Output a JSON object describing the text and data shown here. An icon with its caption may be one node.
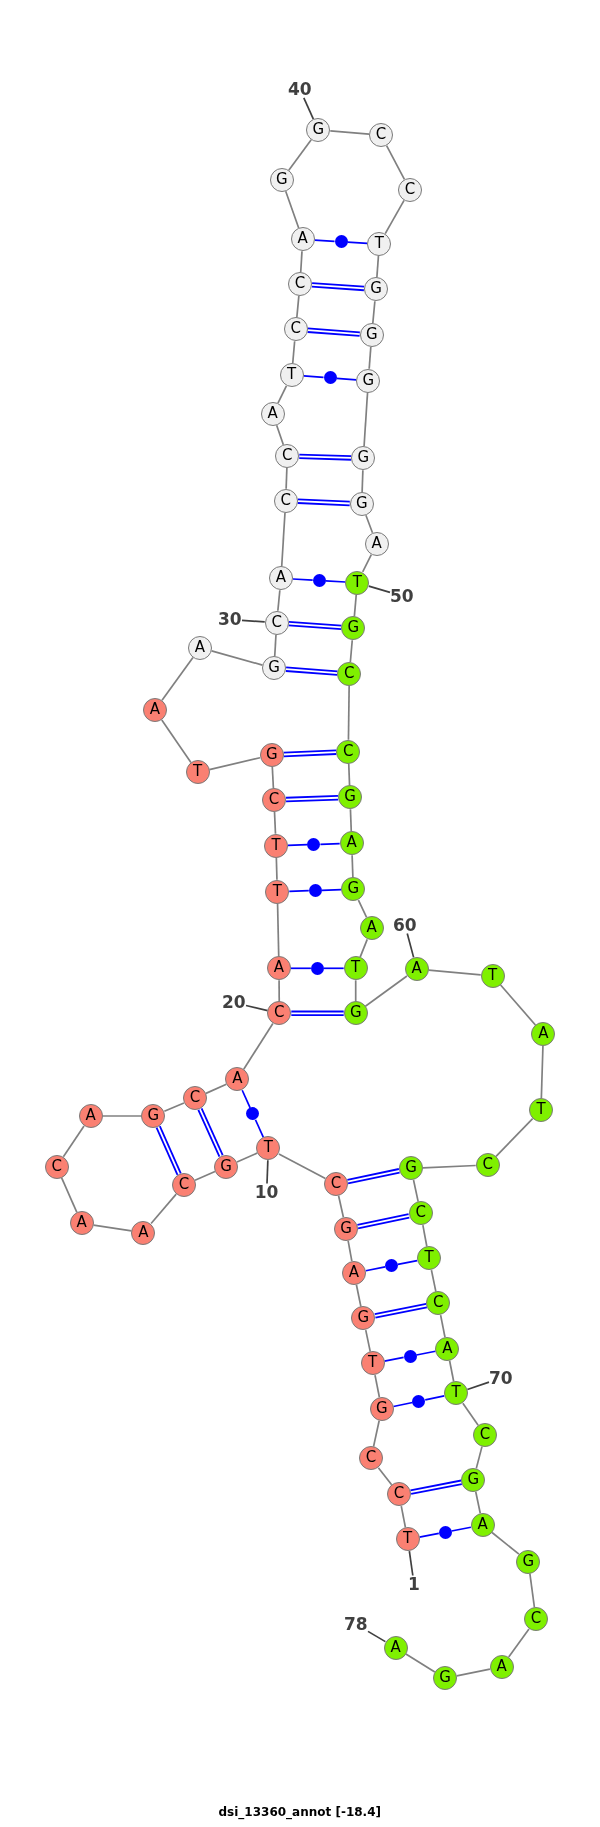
{
  "diagram": {
    "title": "dsi_13360_annot [-18.4]",
    "nodes": [
      {
        "text": [
          "T"
        ]
      },
      {
        "text": [
          "C"
        ]
      },
      {
        "text": [
          "C"
        ]
      },
      {
        "text": [
          "G"
        ]
      },
      {
        "text": [
          "T"
        ]
      },
      {
        "text": [
          "G"
        ]
      },
      {
        "text": [
          "A"
        ]
      },
      {
        "text": [
          "G"
        ]
      },
      {
        "text": [
          "C"
        ]
      },
      {
        "text": [
          "T"
        ]
      },
      {
        "text": [
          "G"
        ]
      },
      {
        "text": [
          "C"
        ]
      },
      {
        "text": [
          "A"
        ]
      },
      {
        "text": [
          "A"
        ]
      },
      {
        "text": [
          "C"
        ]
      },
      {
        "text": [
          "A"
        ]
      },
      {
        "text": [
          "G"
        ]
      },
      {
        "text": [
          "C"
        ]
      },
      {
        "text": [
          "A"
        ]
      },
      {
        "text": [
          "C"
        ]
      },
      {
        "text": [
          "A"
        ]
      },
      {
        "text": [
          "T"
        ]
      },
      {
        "text": [
          "T"
        ]
      },
      {
        "text": [
          "C"
        ]
      },
      {
        "text": [
          "G"
        ]
      },
      {
        "text": [
          "T"
        ]
      },
      {
        "text": [
          "A"
        ]
      },
      {
        "text": [
          "A"
        ]
      },
      {
        "text": [
          "G"
        ]
      },
      {
        "text": [
          "C"
        ]
      },
      {
        "text": [
          "A"
        ]
      },
      {
        "text": [
          "C"
        ]
      },
      {
        "text": [
          "C"
        ]
      },
      {
        "text": [
          "A"
        ]
      },
      {
        "text": [
          "T"
        ]
      },
      {
        "text": [
          "C"
        ]
      },
      {
        "text": [
          "C"
        ]
      },
      {
        "text": [
          "A"
        ]
      },
      {
        "text": [
          "G"
        ]
      },
      {
        "text": [
          "G"
        ]
      },
      {
        "text": [
          "C"
        ]
      },
      {
        "text": [
          "C"
        ]
      },
      {
        "text": [
          "T"
        ]
      },
      {
        "text": [
          "G"
        ]
      },
      {
        "text": [
          "G"
        ]
      },
      {
        "text": [
          "G"
        ]
      },
      {
        "text": [
          "G"
        ]
      },
      {
        "text": [
          "G"
        ]
      },
      {
        "text": [
          "A"
        ]
      },
      {
        "text": [
          "T"
        ]
      },
      {
        "text": [
          "G"
        ]
      },
      {
        "text": [
          "C"
        ]
      },
      {
        "text": [
          "C"
        ]
      },
      {
        "text": [
          "G"
        ]
      },
      {
        "text": [
          "A"
        ]
      },
      {
        "text": [
          "G"
        ]
      },
      {
        "text": [
          "A"
        ]
      },
      {
        "text": [
          "T"
        ]
      },
      {
        "text": [
          "G"
        ]
      },
      {
        "text": [
          "A"
        ]
      },
      {
        "text": [
          "T"
        ]
      },
      {
        "text": [
          "A"
        ]
      },
      {
        "text": [
          "T"
        ]
      },
      {
        "text": [
          "C"
        ]
      },
      {
        "text": [
          "G"
        ]
      },
      {
        "text": [
          "C"
        ]
      },
      {
        "text": [
          "T"
        ]
      },
      {
        "text": [
          "C"
        ]
      },
      {
        "text": [
          "A"
        ]
      },
      {
        "text": [
          "T"
        ]
      },
      {
        "text": [
          "C"
        ]
      },
      {
        "text": [
          "G"
        ]
      },
      {
        "text": [
          "A"
        ]
      },
      {
        "text": [
          "G"
        ]
      },
      {
        "text": [
          "C"
        ]
      },
      {
        "text": [
          "A"
        ]
      },
      {
        "text": [
          "G"
        ]
      },
      {
        "text": [
          "A"
        ]
      },
      {
        "text": [
          "1"
        ]
      },
      {
        "text": [
          "10"
        ]
      },
      {
        "text": [
          "20"
        ]
      },
      {
        "text": [
          "30"
        ]
      },
      {
        "text": [
          "40"
        ]
      },
      {
        "text": [
          "50"
        ]
      },
      {
        "text": [
          "60"
        ]
      },
      {
        "text": [
          "70"
        ]
      },
      {
        "text": [
          "78"
        ]
      },
      {
        "text": [],
        "shape": "circle"
      },
      {
        "text": [],
        "shape": "circle"
      },
      {
        "text": [],
        "shape": "circle"
      },
      {
        "text": [],
        "shape": "circle"
      },
      {
        "text": [],
        "shape": "circle"
      },
      {
        "text": [],
        "shape": "circle"
      },
      {
        "text": [],
        "shape": "circle"
      },
      {
        "text": [],
        "shape": "circle"
      },
      {
        "text": [],
        "shape": "circle"
      },
      {
        "text": [],
        "shape": "circle"
      },
      {
        "text": [],
        "shape": "circle"
      }
    ],
    "edges": [
      {
        "from": 0,
        "to": 1,
        "arrow": "none"
      },
      {
        "from": 1,
        "to": 2,
        "arrow": "none"
      },
      {
        "from": 2,
        "to": 3,
        "arrow": "none"
      },
      {
        "from": 3,
        "to": 4,
        "arrow": "none"
      },
      {
        "from": 4,
        "to": 5,
        "arrow": "none"
      },
      {
        "from": 5,
        "to": 6,
        "arrow": "none"
      },
      {
        "from": 6,
        "to": 7,
        "arrow": "none"
      },
      {
        "from": 7,
        "to": 8,
        "arrow": "none"
      },
      {
        "from": 8,
        "to": 9,
        "arrow": "none"
      },
      {
        "from": 9,
        "to": 10,
        "arrow": "none"
      },
      {
        "from": 10,
        "to": 11,
        "arrow": "none"
      },
      {
        "from": 11,
        "to": 12,
        "arrow": "none"
      },
      {
        "from": 12,
        "to": 13,
        "arrow": "none"
      },
      {
        "from": 13,
        "to": 14,
        "arrow": "none"
      },
      {
        "from": 14,
        "to": 15,
        "arrow": "none"
      },
      {
        "from": 15,
        "to": 16,
        "arrow": "none"
      },
      {
        "from": 16,
        "to": 17,
        "arrow": "none"
      },
      {
        "from": 17,
        "to": 18,
        "arrow": "none"
      },
      {
        "from": 18,
        "to": 19,
        "arrow": "none"
      },
      {
        "from": 19,
        "to": 20,
        "arrow": "none"
      },
      {
        "from": 20,
        "to": 21,
        "arrow": "none"
      },
      {
        "from": 21,
        "to": 22,
        "arrow": "none"
      },
      {
        "from": 22,
        "to": 23,
        "arrow": "none"
      },
      {
        "from": 23,
        "to": 24,
        "arrow": "none"
      },
      {
        "from": 24,
        "to": 25,
        "arrow": "none"
      },
      {
        "from": 25,
        "to": 26,
        "arrow": "none"
      },
      {
        "from": 26,
        "to": 27,
        "arrow": "none"
      },
      {
        "from": 27,
        "to": 28,
        "arrow": "none"
      },
      {
        "from": 28,
        "to": 29,
        "arrow": "none"
      },
      {
        "from": 29,
        "to": 30,
        "arrow": "none"
      },
      {
        "from": 30,
        "to": 31,
        "arrow": "none"
      },
      {
        "from": 31,
        "to": 32,
        "arrow": "none"
      },
      {
        "from": 32,
        "to": 33,
        "arrow": "none"
      },
      {
        "from": 33,
        "to": 34,
        "arrow": "none"
      },
      {
        "from": 34,
        "to": 35,
        "arrow": "none"
      },
      {
        "from": 35,
        "to": 36,
        "arrow": "none"
      },
      {
        "from": 36,
        "to": 37,
        "arrow": "none"
      },
      {
        "from": 37,
        "to": 38,
        "arrow": "none"
      },
      {
        "from": 38,
        "to": 39,
        "arrow": "none"
      },
      {
        "from": 39,
        "to": 40,
        "arrow": "none"
      },
      {
        "from": 40,
        "to": 41,
        "arrow": "none"
      },
      {
        "from": 41,
        "to": 42,
        "arrow": "none"
      },
      {
        "from": 42,
        "to": 43,
        "arrow": "none"
      },
      {
        "from": 43,
        "to": 44,
        "arrow": "none"
      },
      {
        "from": 44,
        "to": 45,
        "arrow": "none"
      },
      {
        "from": 45,
        "to": 46,
        "arrow": "none"
      },
      {
        "from": 46,
        "to": 47,
        "arrow": "none"
      },
      {
        "from": 47,
        "to": 48,
        "arrow": "none"
      },
      {
        "from": 48,
        "to": 49,
        "arrow": "none"
      },
      {
        "from": 49,
        "to": 50,
        "arrow": "none"
      },
      {
        "from": 50,
        "to": 51,
        "arrow": "none"
      },
      {
        "from": 51,
        "to": 52,
        "arrow": "none"
      },
      {
        "from": 52,
        "to": 53,
        "arrow": "none"
      },
      {
        "from": 53,
        "to": 54,
        "arrow": "none"
      },
      {
        "from": 54,
        "to": 55,
        "arrow": "none"
      },
      {
        "from": 55,
        "to": 56,
        "arrow": "none"
      },
      {
        "from": 56,
        "to": 57,
        "arrow": "none"
      },
      {
        "from": 57,
        "to": 58,
        "arrow": "none"
      },
      {
        "from": 58,
        "to": 59,
        "arrow": "none"
      },
      {
        "from": 59,
        "to": 60,
        "arrow": "none"
      },
      {
        "from": 60,
        "to": 61,
        "arrow": "none"
      },
      {
        "from": 61,
        "to": 62,
        "arrow": "none"
      },
      {
        "from": 62,
        "to": 63,
        "arrow": "none"
      },
      {
        "from": 63,
        "to": 64,
        "arrow": "none"
      },
      {
        "from": 64,
        "to": 65,
        "arrow": "none"
      },
      {
        "from": 65,
        "to": 66,
        "arrow": "none"
      },
      {
        "from": 66,
        "to": 67,
        "arrow": "none"
      },
      {
        "from": 67,
        "to": 68,
        "arrow": "none"
      },
      {
        "from": 68,
        "to": 69,
        "arrow": "none"
      },
      {
        "from": 69,
        "to": 70,
        "arrow": "none"
      },
      {
        "from": 70,
        "to": 71,
        "arrow": "none"
      },
      {
        "from": 71,
        "to": 72,
        "arrow": "none"
      },
      {
        "from": 72,
        "to": 73,
        "arrow": "none"
      },
      {
        "from": 73,
        "to": 74,
        "arrow": "none"
      },
      {
        "from": 74,
        "to": 75,
        "arrow": "none"
      },
      {
        "from": 75,
        "to": 76,
        "arrow": "none"
      },
      {
        "from": 76,
        "to": 77,
        "arrow": "none"
      },
      {
        "from": 0,
        "to": 97,
        "arrow": "none",
        "color": "#0000ff"
      },
      {
        "from": 97,
        "to": 72,
        "arrow": "none",
        "color": "#0000ff"
      },
      {
        "from": 1,
        "to": 71,
        "arrow": "none",
        "style": "thick",
        "color": "#0000ff"
      },
      {
        "from": 3,
        "to": 96,
        "arrow": "none",
        "color": "#0000ff"
      },
      {
        "from": 96,
        "to": 69,
        "arrow": "none",
        "color": "#0000ff"
      },
      {
        "from": 4,
        "to": 95,
        "arrow": "none",
        "color": "#0000ff"
      },
      {
        "from": 95,
        "to": 68,
        "arrow": "none",
        "color": "#0000ff"
      },
      {
        "from": 5,
        "to": 67,
        "arrow": "none",
        "style": "thick",
        "color": "#0000ff"
      },
      {
        "from": 6,
        "to": 94,
        "arrow": "none",
        "color": "#0000ff"
      },
      {
        "from": 94,
        "to": 66,
        "arrow": "none",
        "color": "#0000ff"
      },
      {
        "from": 7,
        "to": 65,
        "arrow": "none",
        "style": "thick",
        "color": "#0000ff"
      },
      {
        "from": 8,
        "to": 64,
        "arrow": "none",
        "style": "thick",
        "color": "#0000ff"
      },
      {
        "from": 9,
        "to": 93,
        "arrow": "none",
        "color": "#0000ff"
      },
      {
        "from": 93,
        "to": 18,
        "arrow": "none",
        "color": "#0000ff"
      },
      {
        "from": 10,
        "to": 17,
        "arrow": "none",
        "style": "thick",
        "color": "#0000ff"
      },
      {
        "from": 11,
        "to": 16,
        "arrow": "none",
        "style": "thick",
        "color": "#0000ff"
      },
      {
        "from": 19,
        "to": 58,
        "arrow": "none",
        "style": "thick",
        "color": "#0000ff"
      },
      {
        "from": 20,
        "to": 92,
        "arrow": "none",
        "color": "#0000ff"
      },
      {
        "from": 92,
        "to": 57,
        "arrow": "none",
        "color": "#0000ff"
      },
      {
        "from": 21,
        "to": 91,
        "arrow": "none",
        "color": "#0000ff"
      },
      {
        "from": 91,
        "to": 55,
        "arrow": "none",
        "color": "#0000ff"
      },
      {
        "from": 22,
        "to": 90,
        "arrow": "none",
        "color": "#0000ff"
      },
      {
        "from": 90,
        "to": 54,
        "arrow": "none",
        "color": "#0000ff"
      },
      {
        "from": 23,
        "to": 53,
        "arrow": "none",
        "style": "thick",
        "color": "#0000ff"
      },
      {
        "from": 24,
        "to": 52,
        "arrow": "none",
        "style": "thick",
        "color": "#0000ff"
      },
      {
        "from": 28,
        "to": 51,
        "arrow": "none",
        "style": "thick",
        "color": "#0000ff"
      },
      {
        "from": 29,
        "to": 50,
        "arrow": "none",
        "style": "thick",
        "color": "#0000ff"
      },
      {
        "from": 30,
        "to": 89,
        "arrow": "none",
        "color": "#0000ff"
      },
      {
        "from": 89,
        "to": 49,
        "arrow": "none",
        "color": "#0000ff"
      },
      {
        "from": 31,
        "to": 47,
        "arrow": "none",
        "style": "thick",
        "color": "#0000ff"
      },
      {
        "from": 32,
        "to": 46,
        "arrow": "none",
        "style": "thick",
        "color": "#0000ff"
      },
      {
        "from": 34,
        "to": 88,
        "arrow": "none",
        "color": "#0000ff"
      },
      {
        "from": 88,
        "to": 45,
        "arrow": "none",
        "color": "#0000ff"
      },
      {
        "from": 35,
        "to": 44,
        "arrow": "none",
        "style": "thick",
        "color": "#0000ff"
      },
      {
        "from": 36,
        "to": 43,
        "arrow": "none",
        "style": "thick",
        "color": "#0000ff"
      },
      {
        "from": 37,
        "to": 87,
        "arrow": "none",
        "color": "#0000ff"
      },
      {
        "from": 87,
        "to": 42,
        "arrow": "none",
        "color": "#0000ff"
      },
      {
        "from": 78,
        "to": 0,
        "arrow": "none",
        "color": "#404040"
      },
      {
        "from": 79,
        "to": 9,
        "arrow": "none",
        "color": "#404040"
      },
      {
        "from": 80,
        "to": 19,
        "arrow": "none",
        "color": "#404040"
      },
      {
        "from": 81,
        "to": 29,
        "arrow": "none",
        "color": "#404040"
      },
      {
        "from": 82,
        "to": 39,
        "arrow": "none",
        "color": "#404040"
      },
      {
        "from": 83,
        "to": 49,
        "arrow": "none",
        "color": "#404040"
      },
      {
        "from": 84,
        "to": 59,
        "arrow": "none",
        "color": "#404040"
      },
      {
        "from": 85,
        "to": 69,
        "arrow": "none",
        "color": "#404040"
      },
      {
        "from": 86,
        "to": 77,
        "arrow": "none",
        "color": "#404040"
      }
    ]
  }
}
